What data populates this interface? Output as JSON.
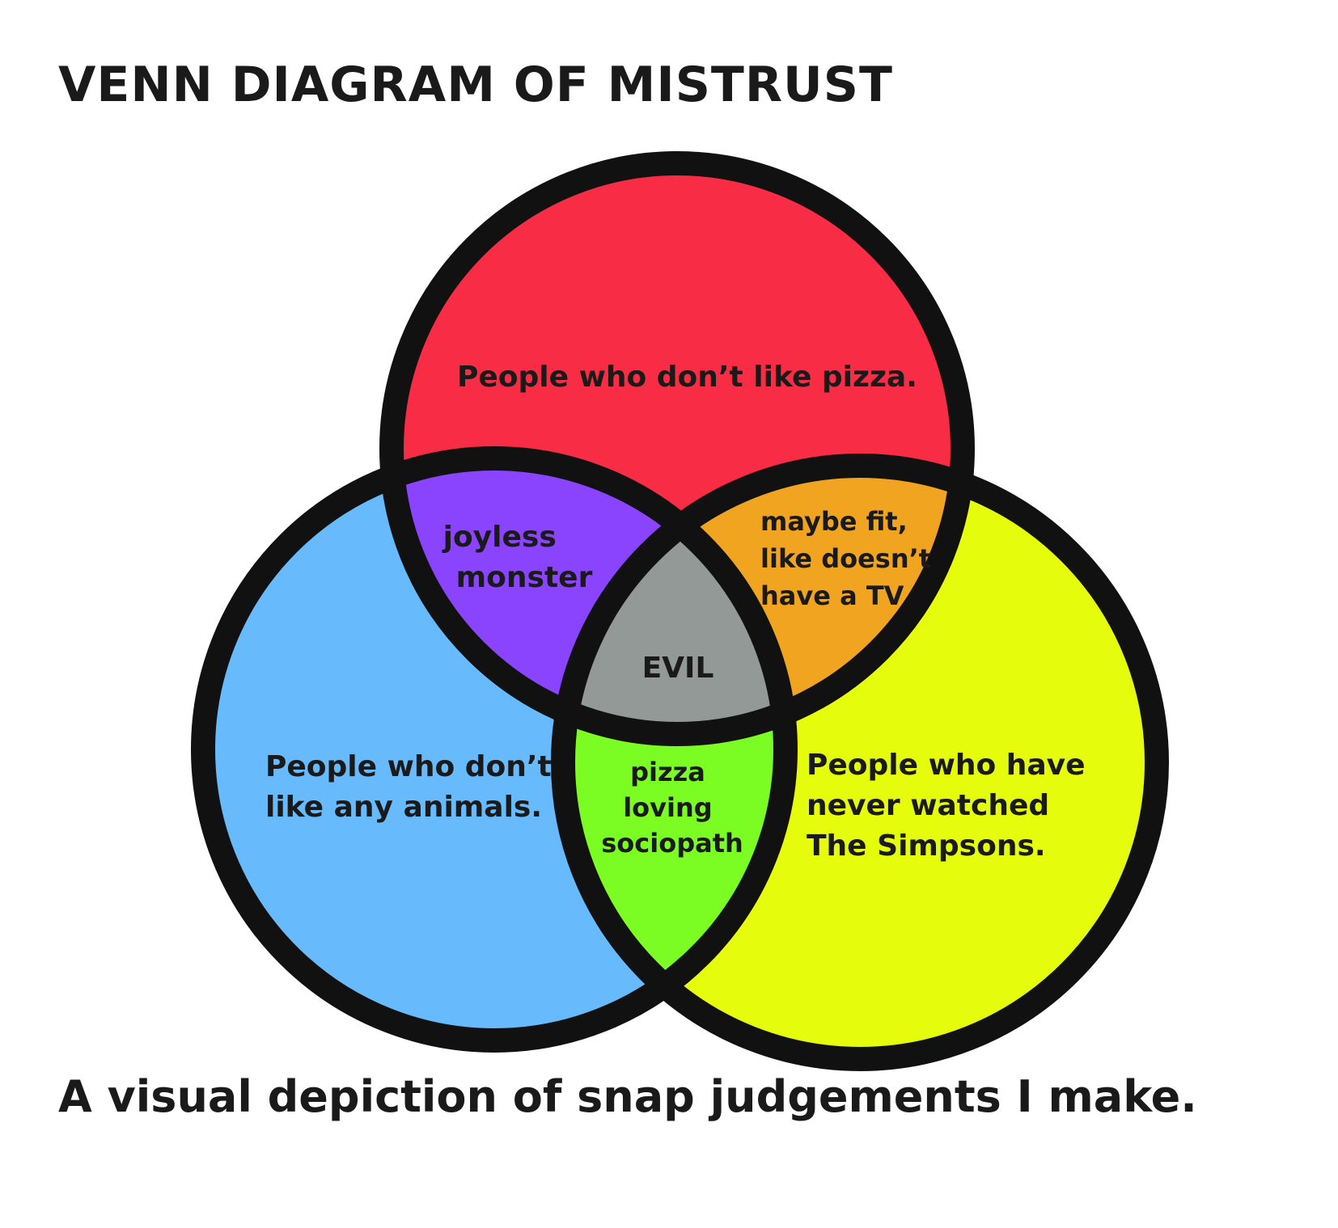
{
  "title": "VENN DIAGRAM OF MISTRUST",
  "subtitle": "A visual depiction of snap judgements I make.",
  "colors": {
    "top": "#f92c45",
    "left": "#67bafc",
    "right": "#e5fc0c",
    "top_left": "#8b44fe",
    "top_right": "#f0a420",
    "left_right": "#7bfd23",
    "center": "#929997",
    "outline": "#111111"
  },
  "sets": {
    "top": "People who don’t like pizza.",
    "left": [
      "People who don’t",
      "like any animals."
    ],
    "right": [
      "People who have",
      "never watched",
      "The Simpsons."
    ]
  },
  "intersections": {
    "top_left": [
      "joyless",
      "monster"
    ],
    "top_right": [
      "maybe fit,",
      "like doesn’t",
      "have a TV"
    ],
    "left_right": [
      "pizza",
      "loving",
      "sociopath"
    ],
    "center": "EVIL"
  }
}
